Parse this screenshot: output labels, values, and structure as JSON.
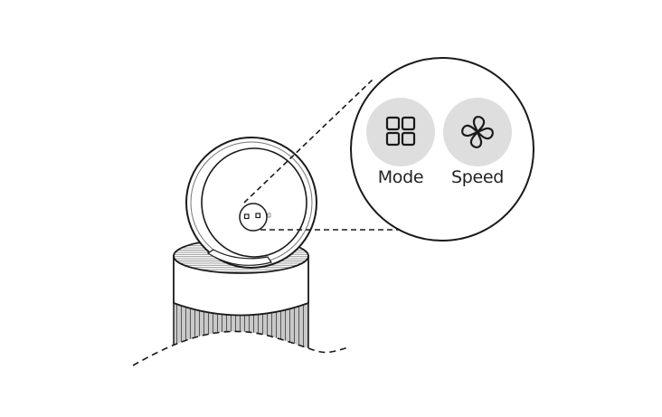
{
  "diagram": {
    "subject": "air purifier control head with magnified control panel",
    "colors": {
      "line": "#1a1a1a",
      "button_fill": "#dedede",
      "background": "#ffffff",
      "filter_shade": "#bcbcbc"
    },
    "callout": {
      "buttons": [
        {
          "label": "Mode",
          "icon": "grid-four-squares-icon"
        },
        {
          "label": "Speed",
          "icon": "fan-icon"
        }
      ]
    }
  }
}
